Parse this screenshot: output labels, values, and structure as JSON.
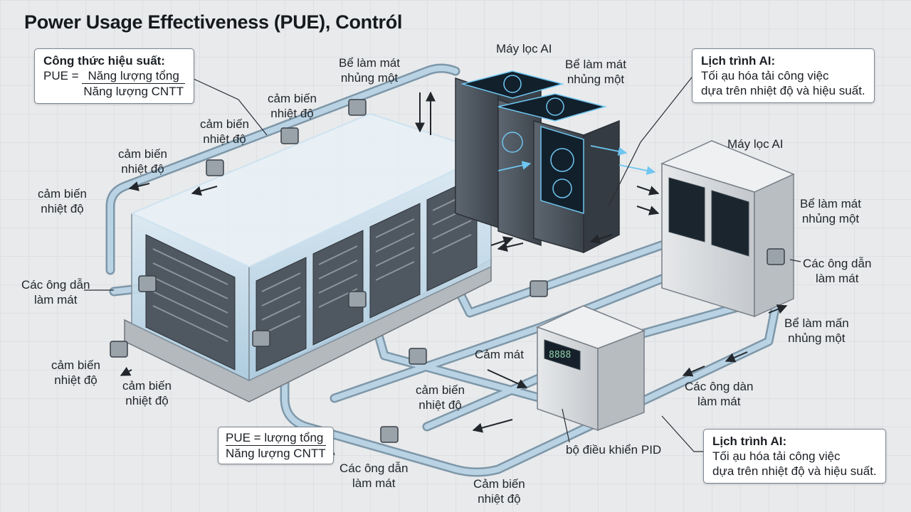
{
  "title": "Power Usage Effectiveness (PUE), Contról",
  "formula_box": {
    "heading": "Công thức hiệu suất:",
    "lhs": "PUE =",
    "numerator": "Năng lượng tổng",
    "denominator": "Năng lượng CNTT"
  },
  "formula_box_bottom": {
    "line1": "PUE = lượng tổng",
    "line2": "Năng lượng CNTT"
  },
  "ai_schedule_top": {
    "heading": "Lịch trình AI:",
    "line1": "Tối ạu hóa tải công việc",
    "line2": "dựa trên nhiệt độ và hiệu suất."
  },
  "ai_schedule_bottom": {
    "heading": "Lịch trình AI:",
    "line1": "Tối ạu hóa tải công việc",
    "line2": "dựa trên nhiệt độ và hiệu suất."
  },
  "labels": {
    "immersion_top_left": "Bể làm mát\nnhủng một",
    "ai_filter_top": "Máy lọc AI",
    "immersion_top_right": "Bể làm mát\nnhủng một",
    "sensor_1": "cảm biến\nnhiệt độ",
    "sensor_2": "cảm biến\nnhiệt độ",
    "sensor_3": "cảm biến\nnhiệt độ",
    "sensor_4": "cảm biến\nnhiệt độ",
    "pipes_left": "Các ông dẫn\nlàm mát",
    "sensor_5": "cảm biến\nnhiệt độ",
    "sensor_6": "cảm biến\nnhiệt độ",
    "ai_filter_right": "Máy lọc AI",
    "immersion_right": "Bể làm mát\nnhủng một",
    "pipes_right": "Các ông dẫn\nlàm mát",
    "immersion_right_lower": "Bể làm mấn\nnhủng một",
    "cooling": "Cảm mát",
    "sensor_center": "cảm biến\nnhiệt độ",
    "pipes_lower_right": "Các ông dàn\nlàm mát",
    "pid": "bộ điều khiển PID",
    "pipes_bottom": "Các ông dẫn\nlàm mát",
    "sensor_bottom": "Cảm biến\nnhiệt độ"
  },
  "controller_display": "8888",
  "colors": {
    "background": "#e8eaec",
    "pipe": "#a9c8dc",
    "rack": "#4a525c",
    "tank_liquid": "#bcd8ea",
    "screen_glow": "#6fc6f0",
    "cabinet": "#d9dcdf"
  }
}
